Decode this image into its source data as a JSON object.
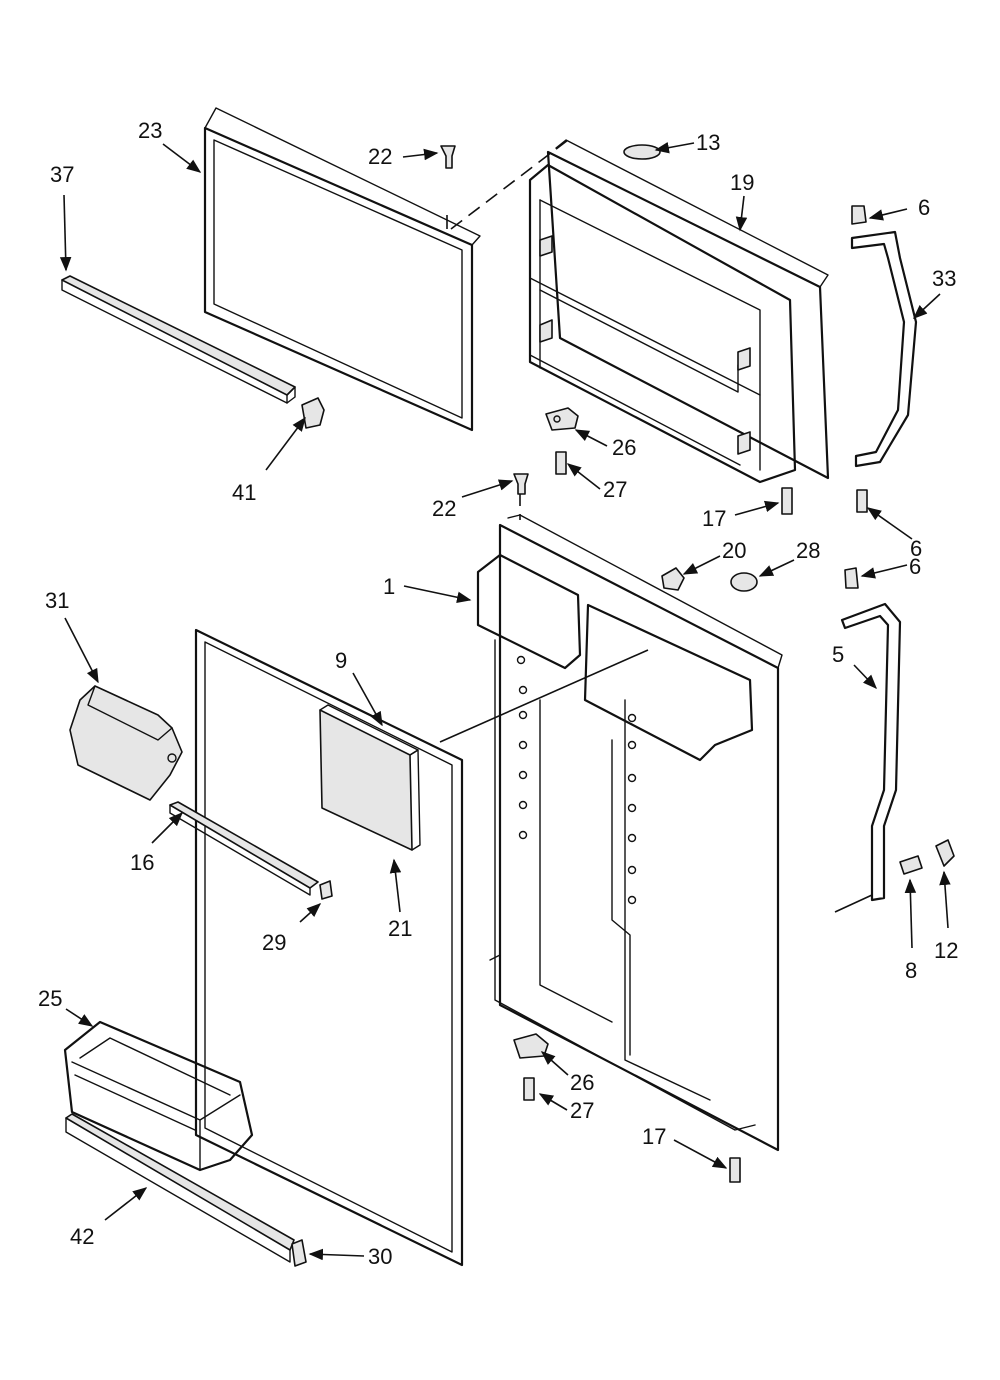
{
  "labels": {
    "l1": "1",
    "l5": "5",
    "l6a": "6",
    "l6b": "6",
    "l6c": "6",
    "l8": "8",
    "l9": "9",
    "l12": "12",
    "l13": "13",
    "l16": "16",
    "l17a": "17",
    "l17b": "17",
    "l19": "19",
    "l20": "20",
    "l21": "21",
    "l22a": "22",
    "l22b": "22",
    "l23": "23",
    "l25": "25",
    "l26a": "26",
    "l26b": "26",
    "l27a": "27",
    "l27b": "27",
    "l28": "28",
    "l29": "29",
    "l30": "30",
    "l31": "31",
    "l33": "33",
    "l37": "37",
    "l41": "41",
    "l42": "42"
  }
}
